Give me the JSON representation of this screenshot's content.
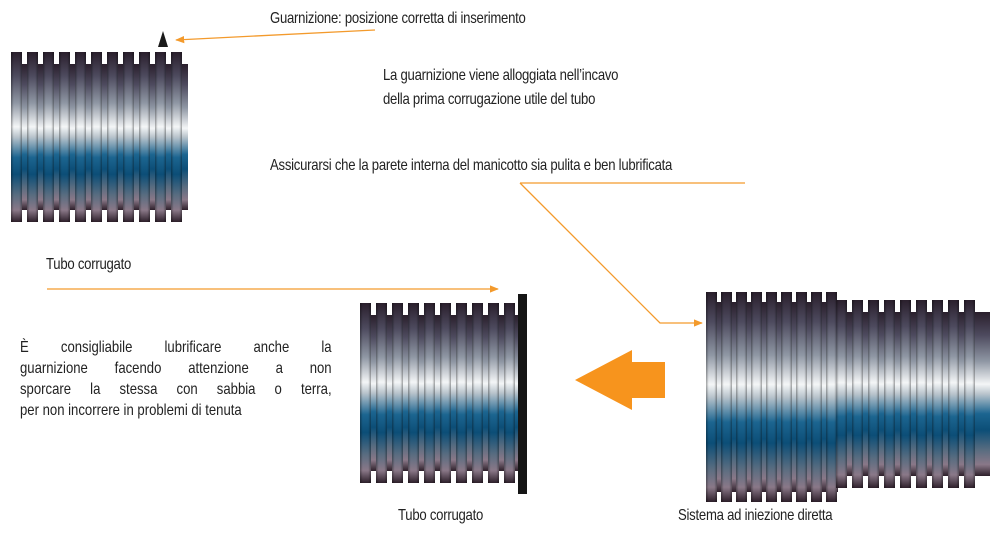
{
  "labels": {
    "gasket_position": "Guarnizione: posizione corretta di inserimento",
    "gasket_housed_line1": "La guarnizione viene alloggiata nell’incavo",
    "gasket_housed_line2": "della prima corrugazione utile del tubo",
    "sleeve_clean": "Assicurarsi che la parete interna del manicotto sia pulita e ben lubrificata",
    "pipe_top": "Tubo corrugato",
    "pipe_bottom": "Tubo corrugato",
    "injection_system": "Sistema ad iniezione diretta",
    "advice_lines": [
      "È consigliabile lubrificare anche la",
      "guarnizione facendo attenzione a non",
      "sporcare la stessa con sabbia o terra,",
      "per non incorrere in problemi di tenuta"
    ]
  },
  "colors": {
    "leader_line": "#f39a2c",
    "push_arrow": "#f7941d",
    "pipe_dark": "#3a2230",
    "pipe_light": "#f2f2f2",
    "pipe_blue": "#0d5a86"
  },
  "icons": {
    "gasket_marker": "gasket-triangle-icon",
    "push_arrow": "left-arrow-icon"
  }
}
